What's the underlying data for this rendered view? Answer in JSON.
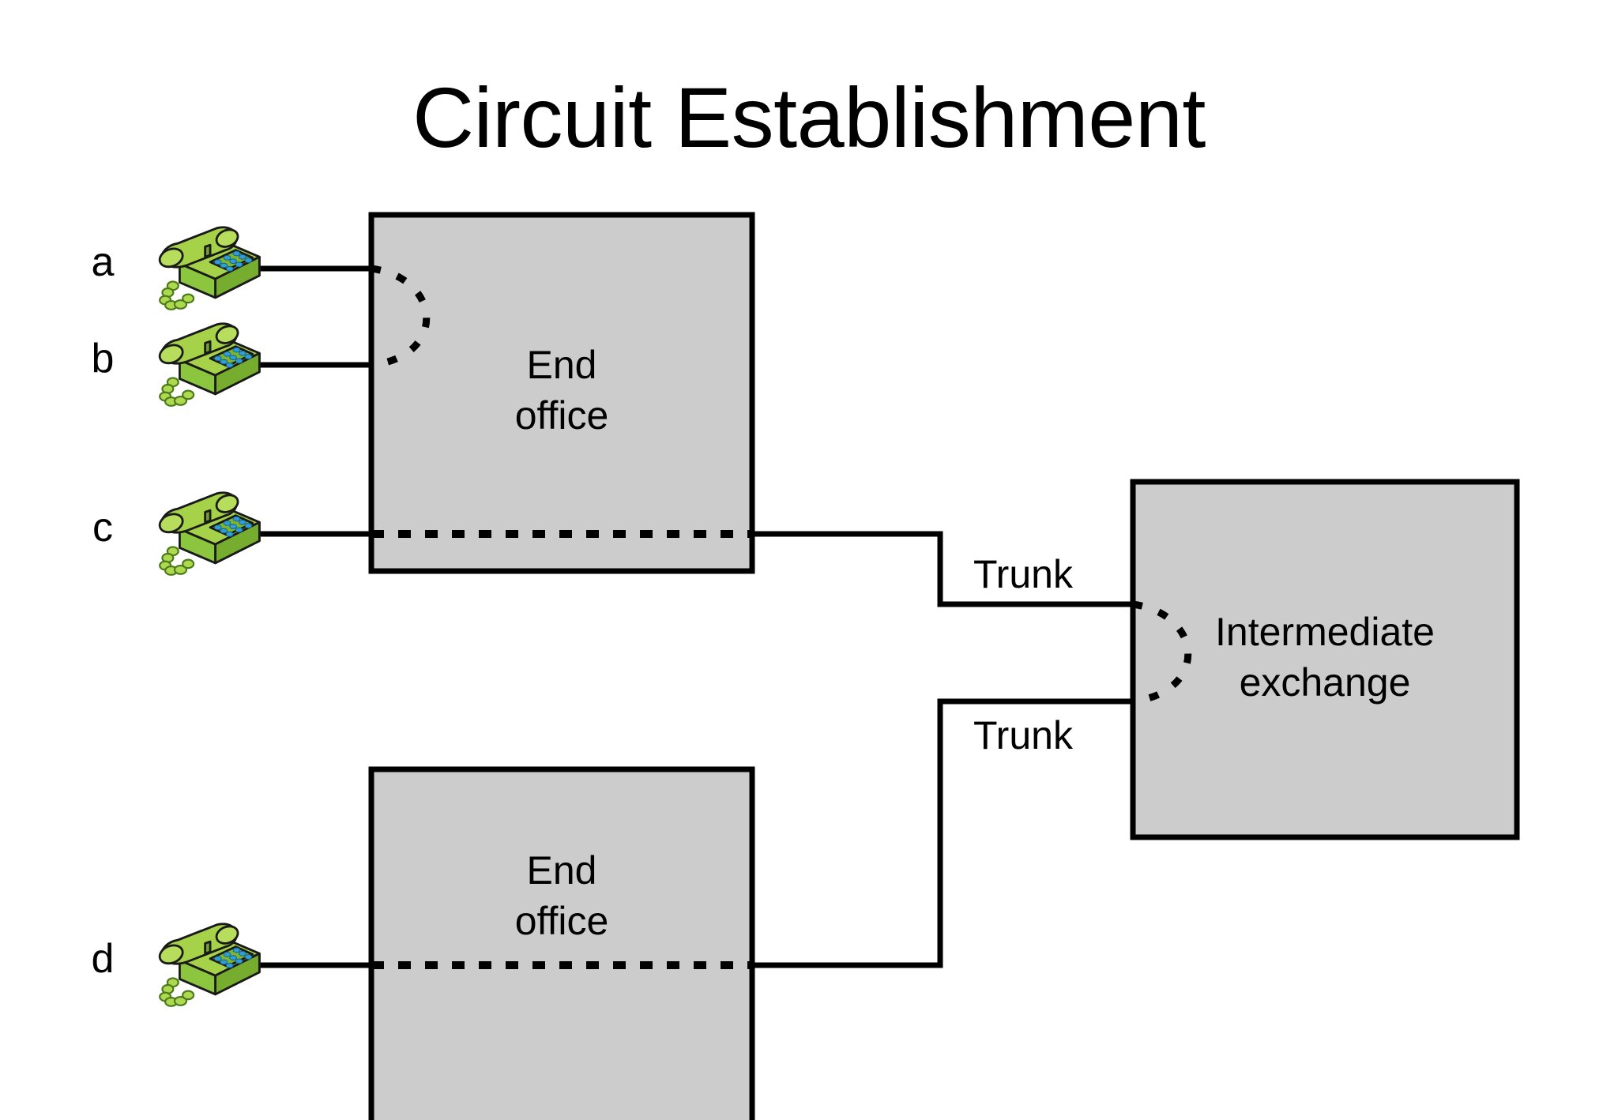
{
  "slide": {
    "title": "Circuit Establishment",
    "background": "#ffffff"
  },
  "colors": {
    "box_fill": "#cccccc",
    "box_stroke": "#000000",
    "line": "#000000",
    "phone_body": "#8cc63f",
    "phone_light": "#aed94f",
    "phone_dark": "#6fa32b",
    "phone_outline": "#1a1a1a",
    "keypad_button": "#2e9fd8",
    "keypad_panel": "#7bb82f",
    "text": "#000000"
  },
  "endpoints": [
    {
      "id": "a",
      "label": "a"
    },
    {
      "id": "b",
      "label": "b"
    },
    {
      "id": "c",
      "label": "c"
    },
    {
      "id": "d",
      "label": "d"
    }
  ],
  "nodes": [
    {
      "id": "end-office-top",
      "label_line1": "End",
      "label_line2": "office"
    },
    {
      "id": "intermediate-exchange",
      "label_line1": "Intermediate",
      "label_line2": "exchange"
    },
    {
      "id": "end-office-bottom",
      "label_line1": "End",
      "label_line2": "office"
    }
  ],
  "links": [
    {
      "id": "trunk-upper",
      "label": "Trunk"
    },
    {
      "id": "trunk-lower",
      "label": "Trunk"
    }
  ],
  "icons": {
    "phone": "telephone-icon"
  },
  "diagram_notes": {
    "established_path": "c - End office - Trunk - Intermediate exchange - Trunk - End office - d",
    "idle_path": "a - End office - b"
  }
}
